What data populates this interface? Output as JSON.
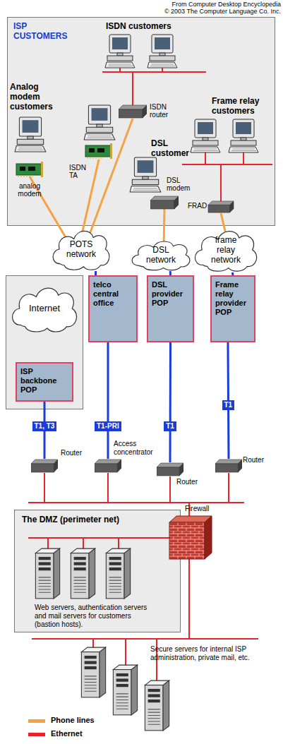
{
  "diagram": {
    "nodes": [
      {
        "text": [
          "ISP CUSTOMERS"
        ]
      },
      {
        "text": [
          "POTS network"
        ]
      },
      {
        "text": [
          "DSL network"
        ]
      },
      {
        "text": [
          "frame relay network"
        ]
      },
      {
        "text": [
          "Internet"
        ]
      },
      {
        "text": [
          "ISP backbone POP"
        ]
      },
      {
        "text": [
          "telco central office"
        ]
      },
      {
        "text": [
          "DSL provider POP"
        ]
      },
      {
        "text": [
          "Frame relay provider POP"
        ]
      },
      {
        "text": [
          "Router"
        ]
      },
      {
        "text": [
          "Access concentrator"
        ]
      },
      {
        "text": [
          "Router"
        ]
      },
      {
        "text": [
          "Router"
        ]
      },
      {
        "text": [
          "The DMZ (perimeter net)",
          "Web servers, authentication servers and mail servers for customers (bastion hosts)."
        ]
      }
    ],
    "edges": [
      {
        "from": 1,
        "to": 6,
        "arrow": "none"
      },
      {
        "from": 2,
        "to": 7,
        "arrow": "none"
      },
      {
        "from": 3,
        "to": 8,
        "arrow": "none"
      },
      {
        "from": 5,
        "to": 9,
        "label": "T1, T3",
        "arrow": "none"
      },
      {
        "from": 6,
        "to": 10,
        "label": "T1-PRI",
        "arrow": "none"
      },
      {
        "from": 7,
        "to": 11,
        "label": "T1",
        "arrow": "none"
      },
      {
        "from": 8,
        "to": 12,
        "label": "T1",
        "arrow": "none"
      }
    ],
    "labels": [
      "From Computer Desktop Encyclopedia",
      "© 2003 The Computer Language Co. Inc.",
      "ISDN customers",
      "Analog modem customers",
      "Frame relay customers",
      "ISDN TA",
      "analog modem",
      "ISDN router",
      "DSL customer",
      "DSL modem",
      "FRAD",
      "Firewall",
      "Secure servers for internal ISP administration, private mail, etc."
    ],
    "legend": [
      {
        "text": "Phone lines",
        "color": "#f5a243"
      },
      {
        "text": "Ethernet",
        "color": "#e8232b"
      }
    ]
  }
}
